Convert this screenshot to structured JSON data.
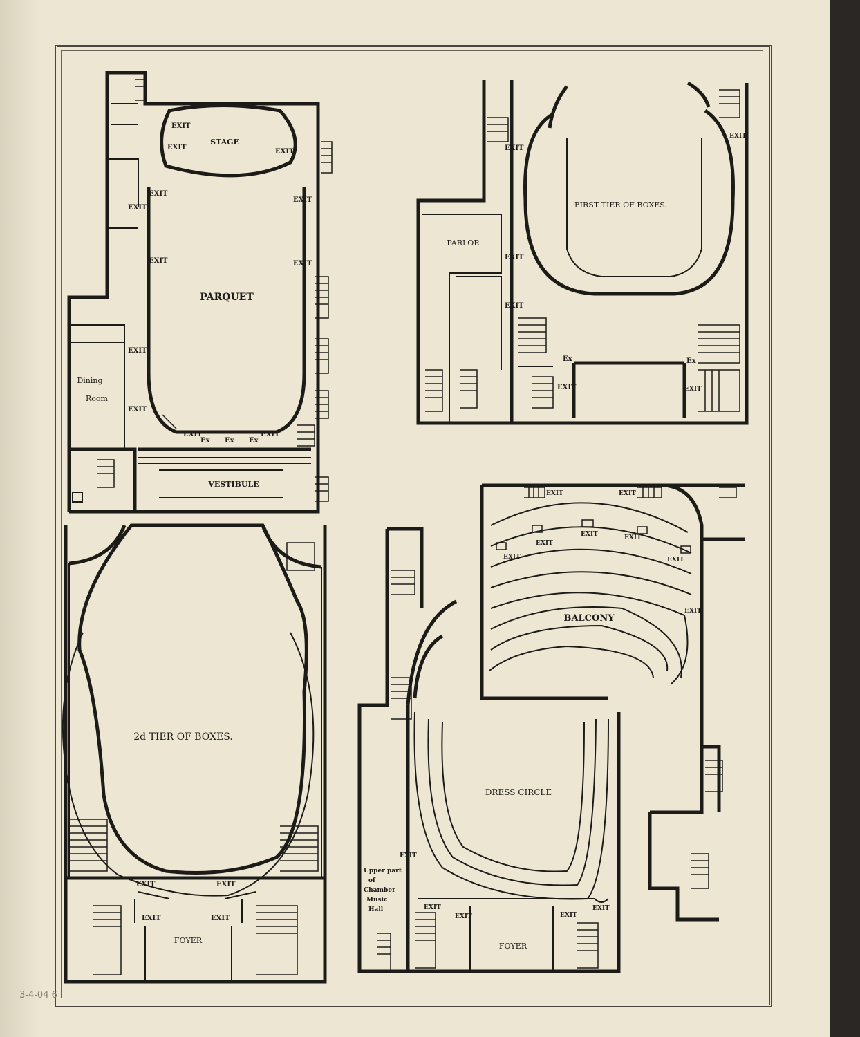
{
  "plans": {
    "parquet": {
      "stage": "STAGE",
      "parquet": "PARQUET",
      "vestibule": "VESTIBULE",
      "dining_room_1": "Dining",
      "dining_room_2": "Room",
      "exit": "EXIT",
      "ex": "Ex"
    },
    "first_tier": {
      "title": "FIRST TIER OF BOXES.",
      "parlor": "PARLOR",
      "exit": "EXIT",
      "ex": "Ex"
    },
    "second_tier": {
      "title": "2d TIER OF BOXES.",
      "foyer": "FOYER",
      "exit": "EXIT"
    },
    "balcony": {
      "balcony": "BALCONY",
      "dress_circle": "DRESS CIRCLE",
      "foyer": "FOYER",
      "exit": "EXIT",
      "chamber_1": "Upper part",
      "chamber_2": "of",
      "chamber_3": "Chamber",
      "chamber_4": "Music",
      "chamber_5": "Hall"
    }
  },
  "pencil_note": "3-4-04 6"
}
